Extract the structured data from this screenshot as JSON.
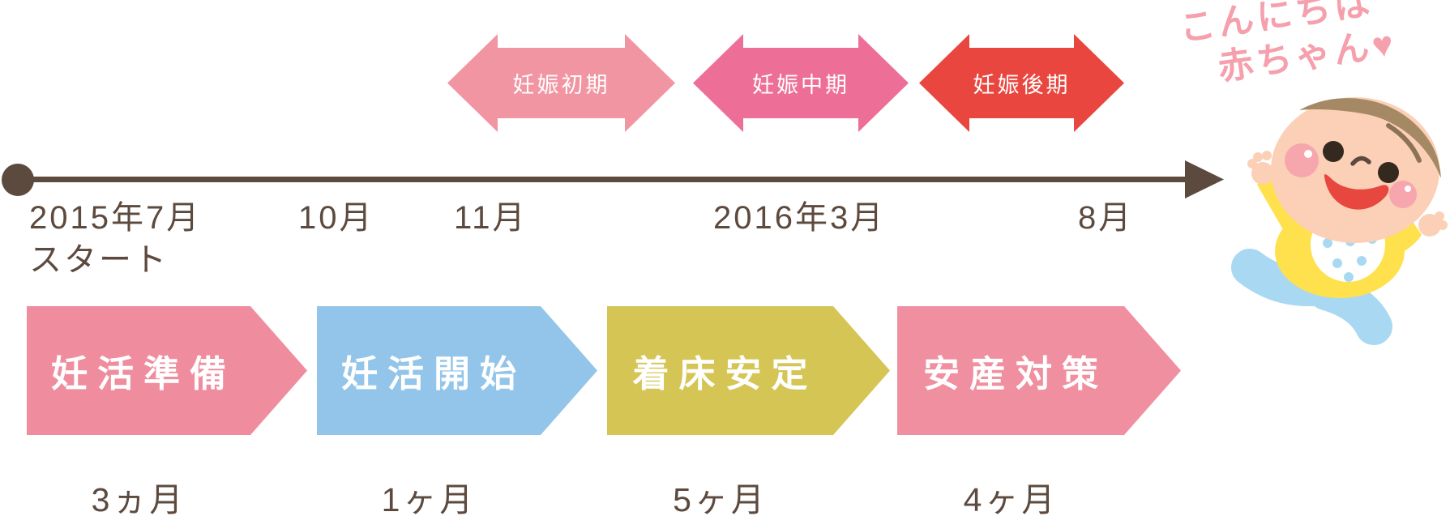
{
  "phases": [
    {
      "label": "妊娠初期",
      "color": "#f295a2"
    },
    {
      "label": "妊娠中期",
      "color": "#ed6f97"
    },
    {
      "label": "妊娠後期",
      "color": "#e9463f"
    }
  ],
  "timeline": {
    "axis_color": "#5d4a3e",
    "marks": [
      {
        "label": "2015年7月",
        "sublabel": "スタート"
      },
      {
        "label": "10月"
      },
      {
        "label": "11月"
      },
      {
        "label": "2016年3月"
      },
      {
        "label": "8月"
      }
    ]
  },
  "stages": [
    {
      "label": "妊活準備",
      "duration": "3ヵ月",
      "color": "#ef8d9e"
    },
    {
      "label": "妊活開始",
      "duration": "1ヶ月",
      "color": "#92c5e9"
    },
    {
      "label": "着床安定",
      "duration": "5ヶ月",
      "color": "#d4c555"
    },
    {
      "label": "安産対策",
      "duration": "4ヶ月",
      "color": "#f08fa0"
    }
  ],
  "greeting": {
    "line1": "こんにちは",
    "line2": "赤ちゃん♥",
    "color": "#f5a0ac"
  }
}
